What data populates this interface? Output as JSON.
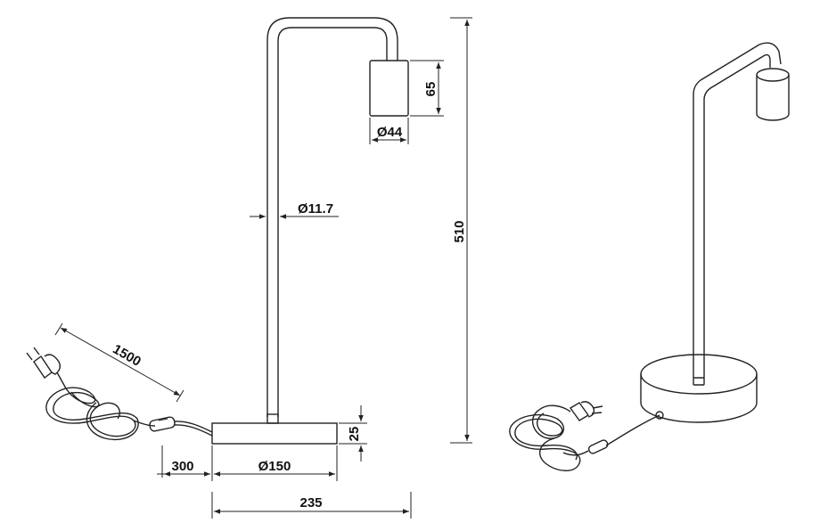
{
  "front_view": {
    "dimensions": {
      "shade_height": "65",
      "shade_diameter": "Ø44",
      "stem_diameter": "Ø11.7",
      "total_height": "510",
      "cable_length": "1500",
      "base_height": "25",
      "switch_distance": "300",
      "base_diameter": "Ø150",
      "total_width": "235"
    }
  }
}
